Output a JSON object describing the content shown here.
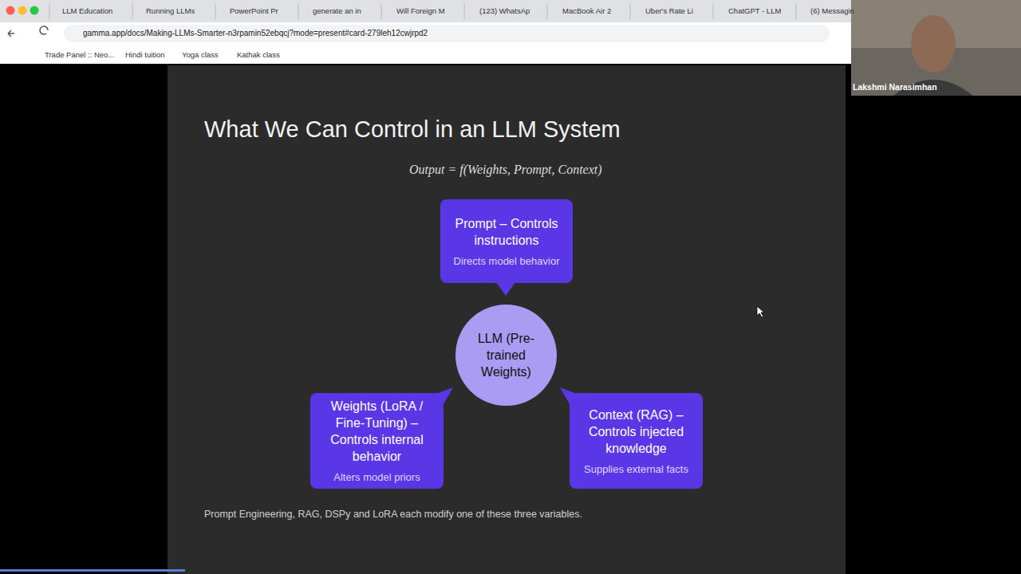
{
  "diagram": {
    "title": "What We Can Control in an LLM System",
    "caption": "Prompt Engineering, RAG, DSPy and LoRA each modify one of these three variables.",
    "nodes": [
      {
        "text": [
          "Prompt – Controls instructions",
          "Directs model behavior"
        ]
      },
      {
        "text": [
          "LLM (Pre-trained Weights)"
        ]
      },
      {
        "text": [
          "Weights (LoRA / Fine-Tuning) – Controls internal behavior",
          "Alters model priors"
        ]
      },
      {
        "text": [
          "Context (RAG) – Controls injected knowledge",
          "Supplies external facts"
        ]
      }
    ],
    "labels": [
      "Output = f(Weights, Prompt, Context)",
      "LLM Education",
      "Running LLMs",
      "PowerPoint Pr",
      "generate an in",
      "Will Foreign M",
      "(123) WhatsAp",
      "MacBook Air 2",
      "Uber's Rate Li",
      "ChatGPT - LLM",
      "(6) Messagin",
      "gamma.app/docs/Making-LLMs-Smarter-n3rpamin52ebqcj?mode=present#card-279leh12cwjrpd2",
      "Trade Panel :: Neo...",
      "Hindi tuition",
      "Yoga class",
      "Kathak class",
      "Lakshmi Narasimhan"
    ]
  }
}
